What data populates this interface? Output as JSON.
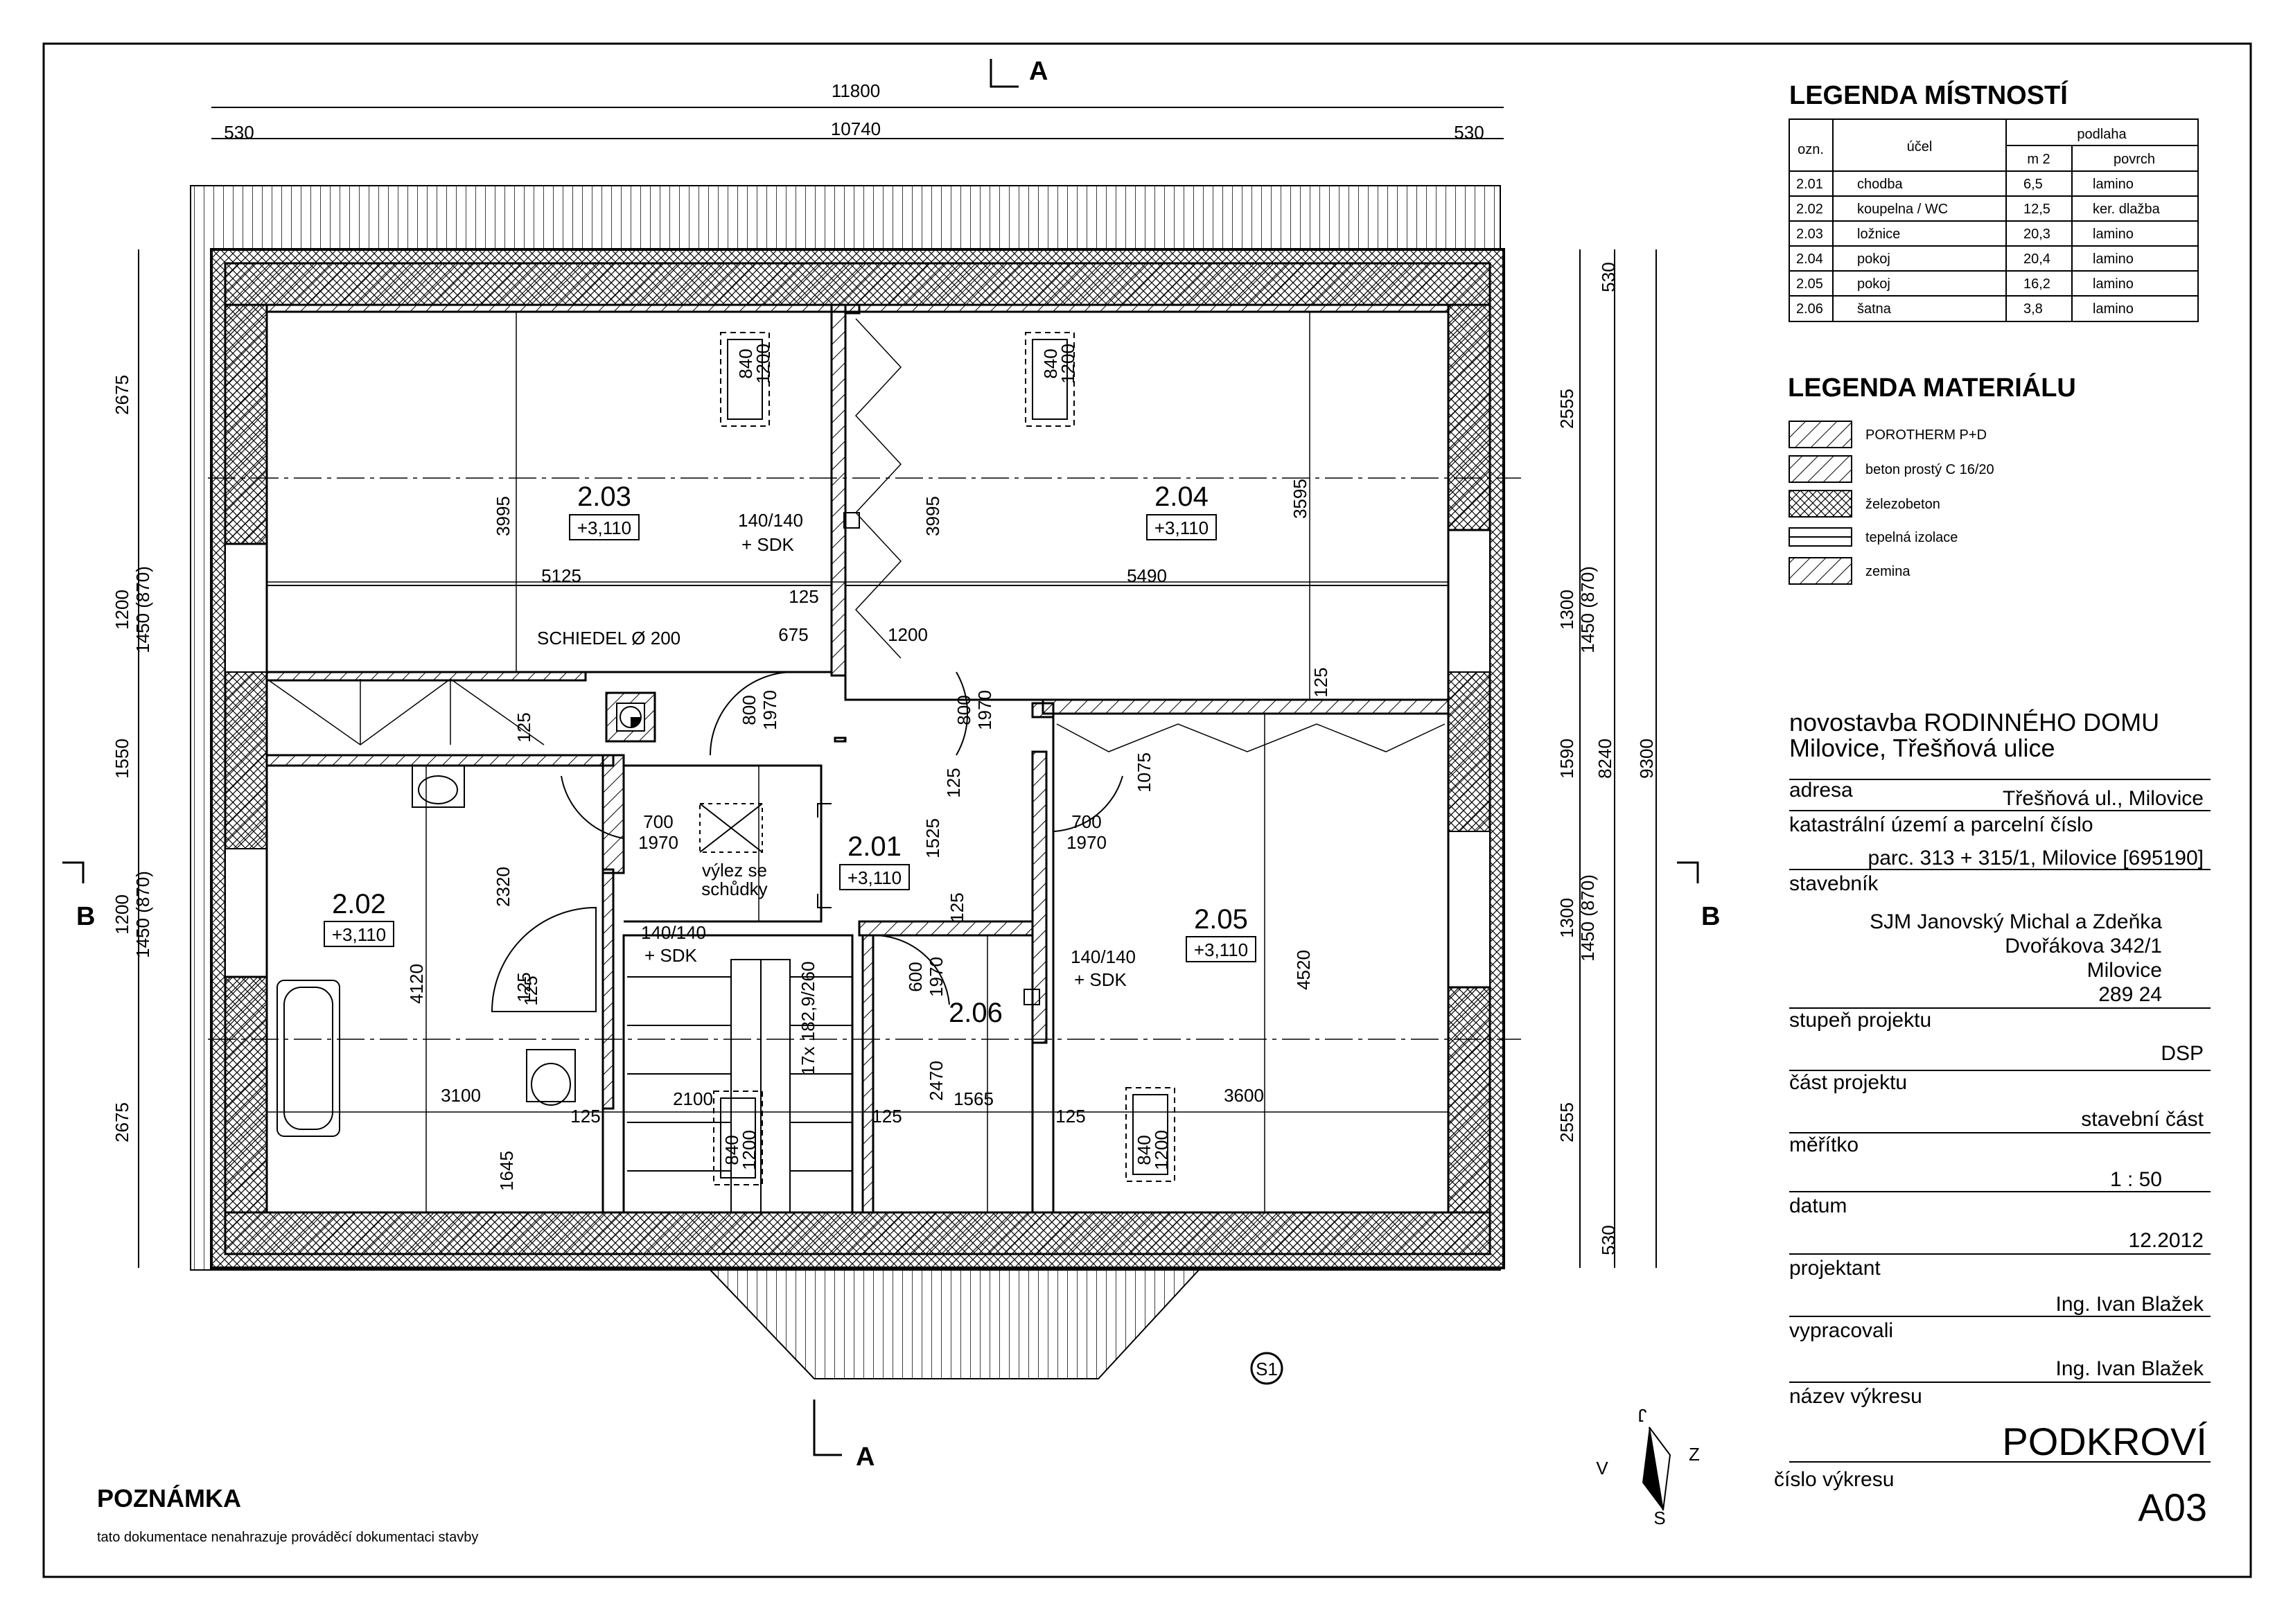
{
  "plan": {
    "dims_top": {
      "overall": "11800",
      "inner": "10740",
      "left": "530",
      "right": "530"
    },
    "dims_left": [
      "2675",
      "1200",
      "1450 (870)",
      "1550",
      "1200",
      "1450 (870)",
      "2675"
    ],
    "dims_right": [
      "530",
      "2555",
      "1300",
      "1450 (870)",
      "1590",
      "8240",
      "9300",
      "1300",
      "1450 (870)",
      "2555",
      "530"
    ],
    "section_a": "A",
    "section_b": "B",
    "sheet_mark": "S1",
    "rooms": [
      {
        "id": "2.01",
        "level": "+3,110"
      },
      {
        "id": "2.02",
        "level": "+3,110"
      },
      {
        "id": "2.03",
        "level": "+3,110"
      },
      {
        "id": "2.04",
        "level": "+3,110"
      },
      {
        "id": "2.05",
        "level": "+3,110"
      },
      {
        "id": "2.06"
      }
    ],
    "inner_dims": [
      "3995",
      "5125",
      "125",
      "675",
      "1200",
      "3995",
      "5490",
      "3595",
      "125",
      "125",
      "800",
      "1970",
      "800",
      "1970",
      "700",
      "1970",
      "700",
      "1970",
      "125",
      "1525",
      "1075",
      "2320",
      "4120",
      "3100",
      "1645",
      "125",
      "125",
      "2100",
      "17x 182,9/260",
      "125",
      "2470",
      "1565",
      "600",
      "1970",
      "125",
      "3600",
      "4520",
      "125",
      "125"
    ],
    "windows": [
      "840",
      "1200",
      "840",
      "1200",
      "840",
      "1200",
      "840",
      "1200"
    ],
    "notes": {
      "chimney": "SCHIEDEL Ø 200",
      "shaft1": "140/140",
      "shaft1b": "+ SDK",
      "shaft2": "140/140",
      "shaft2b": "+ SDK",
      "shaft3": "140/140",
      "shaft3b": "+ SDK",
      "hatch1": "výlez se",
      "hatch2": "schůdky"
    }
  },
  "legend_rooms": {
    "title": "LEGENDA MÍSTNOSTÍ",
    "headers": {
      "ozn": "ozn.",
      "ucel": "účel",
      "podlaha": "podlaha",
      "m2": "m 2",
      "povrch": "povrch"
    },
    "rows": [
      {
        "ozn": "2.01",
        "ucel": "chodba",
        "m2": "6,5",
        "povrch": "lamino"
      },
      {
        "ozn": "2.02",
        "ucel": "koupelna / WC",
        "m2": "12,5",
        "povrch": "ker. dlažba"
      },
      {
        "ozn": "2.03",
        "ucel": "ložnice",
        "m2": "20,3",
        "povrch": "lamino"
      },
      {
        "ozn": "2.04",
        "ucel": "pokoj",
        "m2": "20,4",
        "povrch": "lamino"
      },
      {
        "ozn": "2.05",
        "ucel": "pokoj",
        "m2": "16,2",
        "povrch": "lamino"
      },
      {
        "ozn": "2.06",
        "ucel": "šatna",
        "m2": "3,8",
        "povrch": "lamino"
      }
    ]
  },
  "legend_materials": {
    "title": "LEGENDA MATERIÁLU",
    "items": [
      "POROTHERM P+D",
      "beton prostý C 16/20",
      "železobeton",
      "tepelná izolace",
      "zemina"
    ]
  },
  "title_block": {
    "project1": "novostavba RODINNÉHO DOMU",
    "project2": "Milovice,  Třešňová ulice",
    "adresa_lbl": "adresa",
    "adresa": "Třešňová ul., Milovice",
    "kat_lbl": "katastrální území a parcelní číslo",
    "kat": "parc. 313 + 315/1, Milovice  [695190]",
    "stavebnik_lbl": "stavebník",
    "stavebnik1": "SJM Janovský Michal a Zdeňka",
    "stavebnik2": "Dvořákova 342/1",
    "stavebnik3": "Milovice",
    "stavebnik4": "289 24",
    "stupen_lbl": "stupeň projektu",
    "stupen": "DSP",
    "cast_lbl": "část projektu",
    "cast": "stavební část",
    "meritko_lbl": "měřítko",
    "meritko": "1 : 50",
    "datum_lbl": "datum",
    "datum": "12.2012",
    "projektant_lbl": "projektant",
    "projektant": "Ing. Ivan Blažek",
    "vypracovali_lbl": "vypracovali",
    "vypracovali": "Ing. Ivan Blažek",
    "nazev_lbl": "název výkresu",
    "nazev": "PODKROVÍ",
    "cislo_lbl": "číslo výkresu",
    "cislo": "A03"
  },
  "compass": {
    "s": "S",
    "j": "J",
    "v": "V",
    "z": "Z"
  },
  "note": {
    "title": "POZNÁMKA",
    "text": "tato dokumentace nenahrazuje prováděcí dokumentaci stavby"
  }
}
